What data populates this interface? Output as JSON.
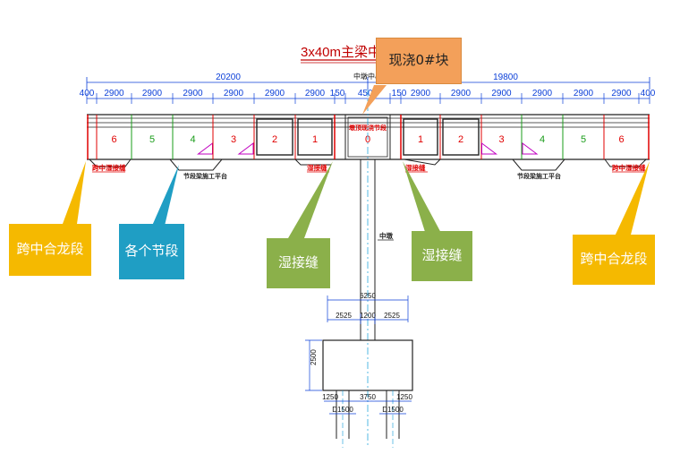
{
  "drawing": {
    "title": "3x40m主梁中",
    "pier_center_label": "中墩中心",
    "pier_label": "中墩",
    "dims_top": {
      "left_total": "20200",
      "right_total": "19800",
      "left_end": "400",
      "right_end": "400",
      "left_segments": [
        "2900",
        "2900",
        "2900",
        "2900",
        "2900",
        "2900"
      ],
      "right_segments": [
        "2900",
        "2900",
        "2900",
        "2900",
        "2900",
        "2900"
      ],
      "gap_left": "150",
      "gap_right": "150",
      "center_block": "4500"
    },
    "segments_left": [
      "6",
      "5",
      "4",
      "3",
      "2",
      "1"
    ],
    "segments_right": [
      "1",
      "2",
      "3",
      "4",
      "5",
      "6"
    ],
    "center_segment": "0",
    "center_block_label": "墩顶现浇节段",
    "red_labels": {
      "left_closure": "跨中湿接缝",
      "right_closure": "跨中湿接缝",
      "left_wet": "湿接缝",
      "right_wet": "湿接缝"
    },
    "platform_labels": {
      "left": "节段梁施工平台",
      "right": "节段梁施工平台"
    },
    "pier_dims": {
      "cap_top": "6250",
      "cap_left": "2525",
      "cap_mid": "1200",
      "cap_right": "2525",
      "cap_height": "2500",
      "pile_left": "1250",
      "pile_mid": "3750",
      "pile_right": "1250",
      "pile_dia_left": "D1500",
      "pile_dia_right": "D1500"
    }
  },
  "callouts": {
    "block0": "现浇0#块",
    "closure_left": "跨中合龙段",
    "segments": "各个节段",
    "wet_left": "湿接缝",
    "wet_right": "湿接缝",
    "closure_right": "跨中合龙段"
  },
  "colors": {
    "dim_blue": "#0b3fd8",
    "segment_red": "#e00000",
    "segment_green": "#1a9c1a",
    "callout_yellow": "#f5b900",
    "callout_blue": "#1f9ec4",
    "callout_green": "#8bb04a",
    "callout_orange": "#f3a05a"
  }
}
